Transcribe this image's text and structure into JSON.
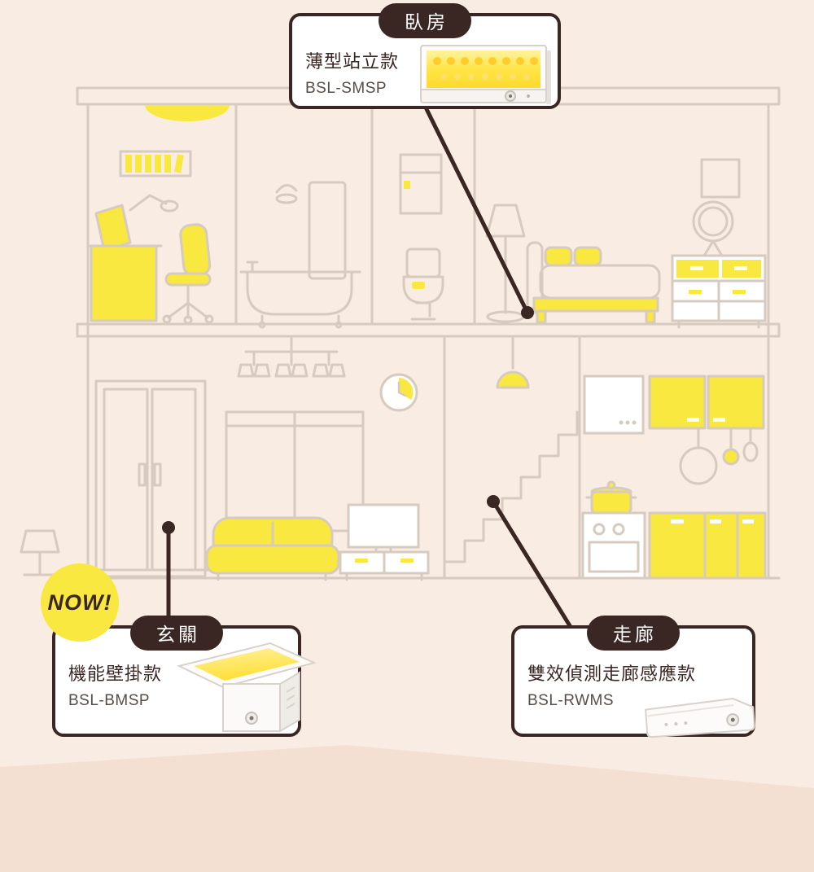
{
  "scene": {
    "background": "#f9ece3",
    "floor_band_color": "#f4e0d2",
    "outline_color": "#d7cabf",
    "accent_yellow": "#f9e840",
    "dark_brown": "#3a2723",
    "illustration": "two-storey house cross-section with office, bathroom, toilet, bedroom upstairs and entrance, living room, staircase, kitchen downstairs"
  },
  "callouts": {
    "bedroom": {
      "badge": "臥房",
      "product_type": "薄型站立款",
      "model": "BSL-SMSP",
      "product_icon": "thin-standing-sensor-light"
    },
    "entrance": {
      "now_label": "NOW!",
      "badge": "玄關",
      "product_type": "機能壁掛款",
      "model": "BSL-BMSP",
      "product_icon": "wall-mount-sensor-light"
    },
    "corridor": {
      "badge": "走廊",
      "product_type": "雙效偵測走廊感應款",
      "model": "BSL-RWMS",
      "product_icon": "hallway-dual-sensor-light"
    }
  }
}
